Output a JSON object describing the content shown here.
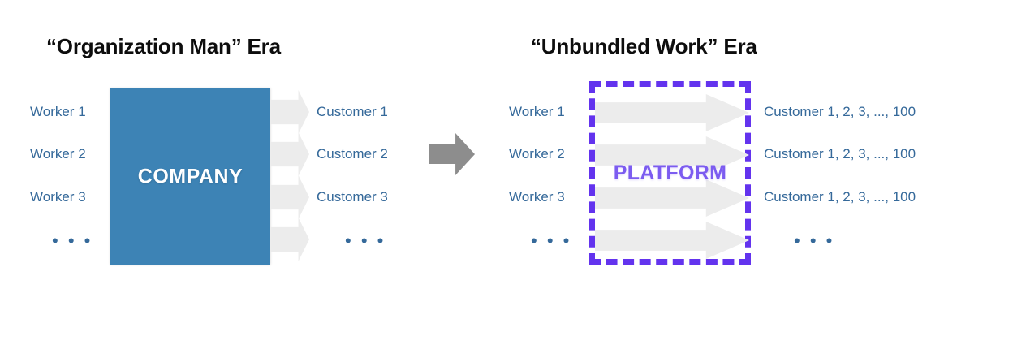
{
  "diagram": {
    "title": "",
    "background": "#ffffff",
    "colors": {
      "company_fill": "#3d83b5",
      "company_text": "#ffffff",
      "label_blue": "#35699a",
      "platform_border": "#6333ee",
      "platform_text": "#7c5cf0",
      "arrow_gray": "#ececec",
      "transition_arrow_gray": "#8d8d8d",
      "title_black": "#0d0d0d"
    }
  },
  "left_panel": {
    "title": "“Organization Man” Era",
    "workers": [
      {
        "label": "Worker 1"
      },
      {
        "label": "Worker 2"
      },
      {
        "label": "Worker 3"
      },
      {
        "label": "• • •"
      }
    ],
    "hub": {
      "label": "COMPANY",
      "shape": "solid-rectangle"
    },
    "customers": [
      {
        "label": "Customer 1"
      },
      {
        "label": "Customer 2"
      },
      {
        "label": "Customer 3"
      },
      {
        "label": "• • •"
      }
    ],
    "arrow_count": 4
  },
  "transition": {
    "icon": "right-arrow-icon",
    "direction": "right"
  },
  "right_panel": {
    "title": "“Unbundled Work” Era",
    "workers": [
      {
        "label": "Worker 1"
      },
      {
        "label": "Worker 2"
      },
      {
        "label": "Worker 3"
      },
      {
        "label": "• • •"
      }
    ],
    "hub": {
      "label": "PLATFORM",
      "shape": "dashed-rectangle"
    },
    "customers": [
      {
        "label": "Customer 1, 2, 3, ..., 100"
      },
      {
        "label": "Customer 1, 2, 3, ..., 100"
      },
      {
        "label": "Customer 1, 2, 3, ..., 100"
      },
      {
        "label": "• • •"
      }
    ],
    "arrow_count": 4
  }
}
